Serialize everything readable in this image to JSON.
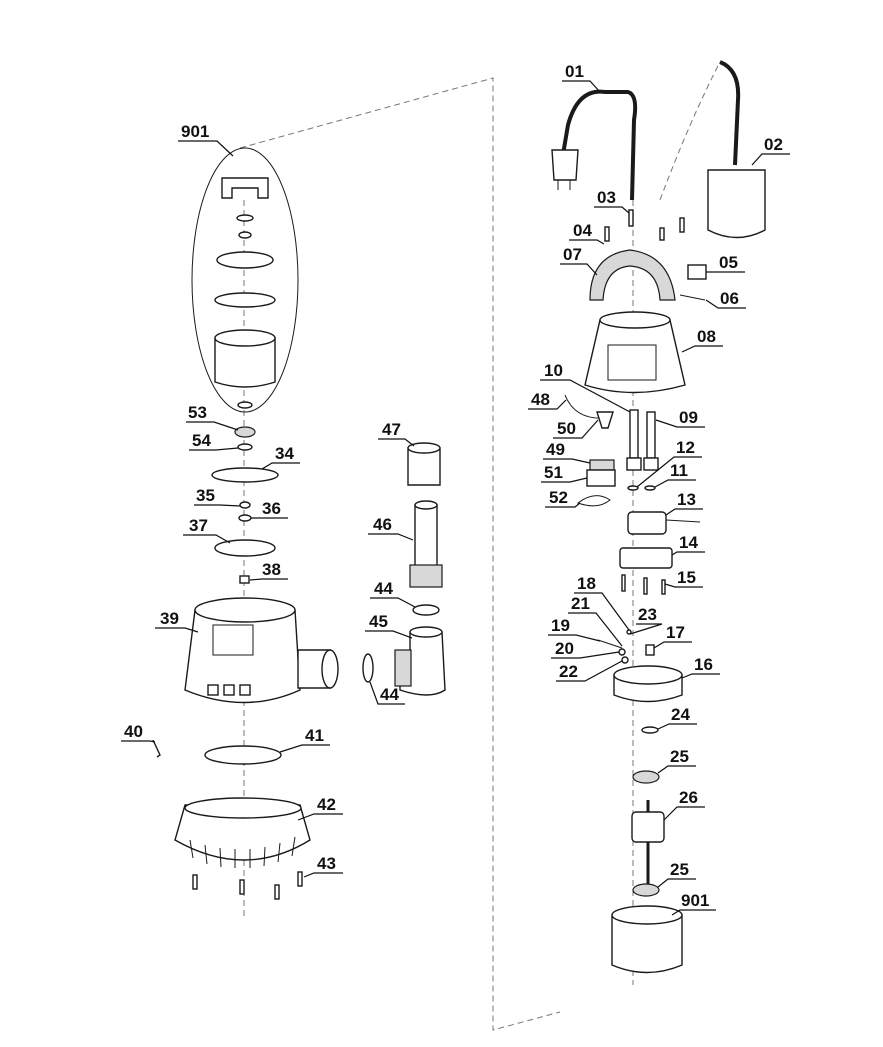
{
  "labels": {
    "l01": "01",
    "l02": "02",
    "l03": "03",
    "l04": "04",
    "l05": "05",
    "l06": "06",
    "l07": "07",
    "l08": "08",
    "l09": "09",
    "l10": "10",
    "l11": "11",
    "l12": "12",
    "l13": "13",
    "l14": "14",
    "l15": "15",
    "l16": "16",
    "l17": "17",
    "l18": "18",
    "l19": "19",
    "l20": "20",
    "l21": "21",
    "l22": "22",
    "l23": "23",
    "l24": "24",
    "l25a": "25",
    "l25b": "25",
    "l26": "26",
    "l34": "34",
    "l35": "35",
    "l36": "36",
    "l37": "37",
    "l38": "38",
    "l39": "39",
    "l40": "40",
    "l41": "41",
    "l42": "42",
    "l43": "43",
    "l44a": "44",
    "l44b": "44",
    "l45": "45",
    "l46": "46",
    "l47": "47",
    "l48": "48",
    "l49": "49",
    "l50": "50",
    "l51": "51",
    "l52": "52",
    "l53": "53",
    "l54": "54",
    "l901a": "901",
    "l901b": "901"
  },
  "colors": {
    "line": "#1a1a1a",
    "dash": "#777777",
    "fill": "#ffffff",
    "shade": "#d8d8d8"
  }
}
